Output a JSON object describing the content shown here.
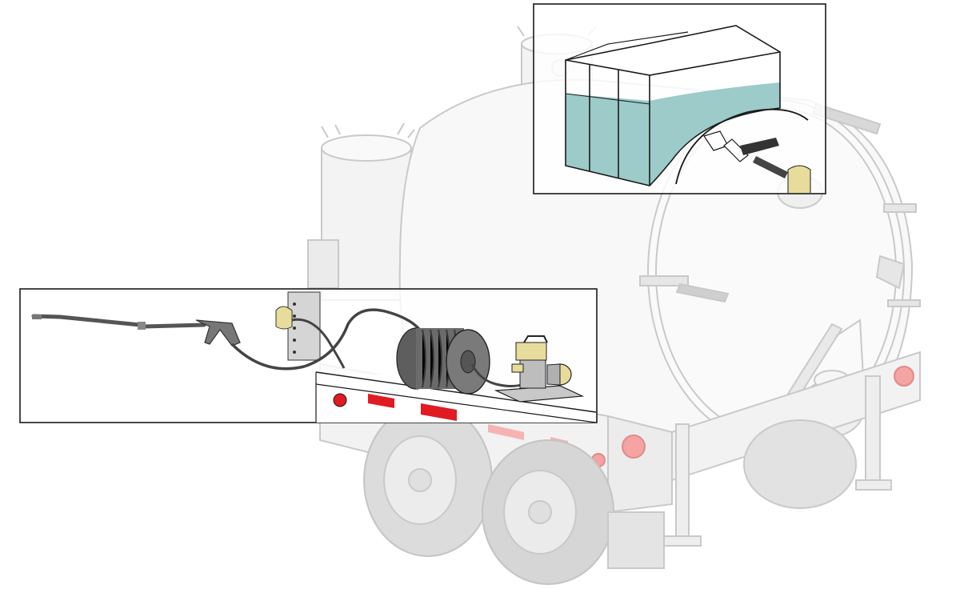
{
  "illustration": {
    "subject": "vacuum-tank-trailer-with-pressure-washer",
    "callouts": [
      {
        "id": "tank-cutaway",
        "content": "tank-compartments-with-water-level"
      },
      {
        "id": "washer-assembly",
        "content": "spray-wand-hose-reel-and-pump"
      }
    ],
    "colors": {
      "outline": "#1a1a1a",
      "ghost_outline": "#c8c8c8",
      "ghost_fill": "#f4f4f4",
      "water": "#9ccbc9",
      "reflector_red": "#e11b22",
      "light_red": "#f28b8b",
      "pump_yellow": "#e8dc9c",
      "hose": "#555555",
      "reel": "#6b6b6b"
    }
  }
}
